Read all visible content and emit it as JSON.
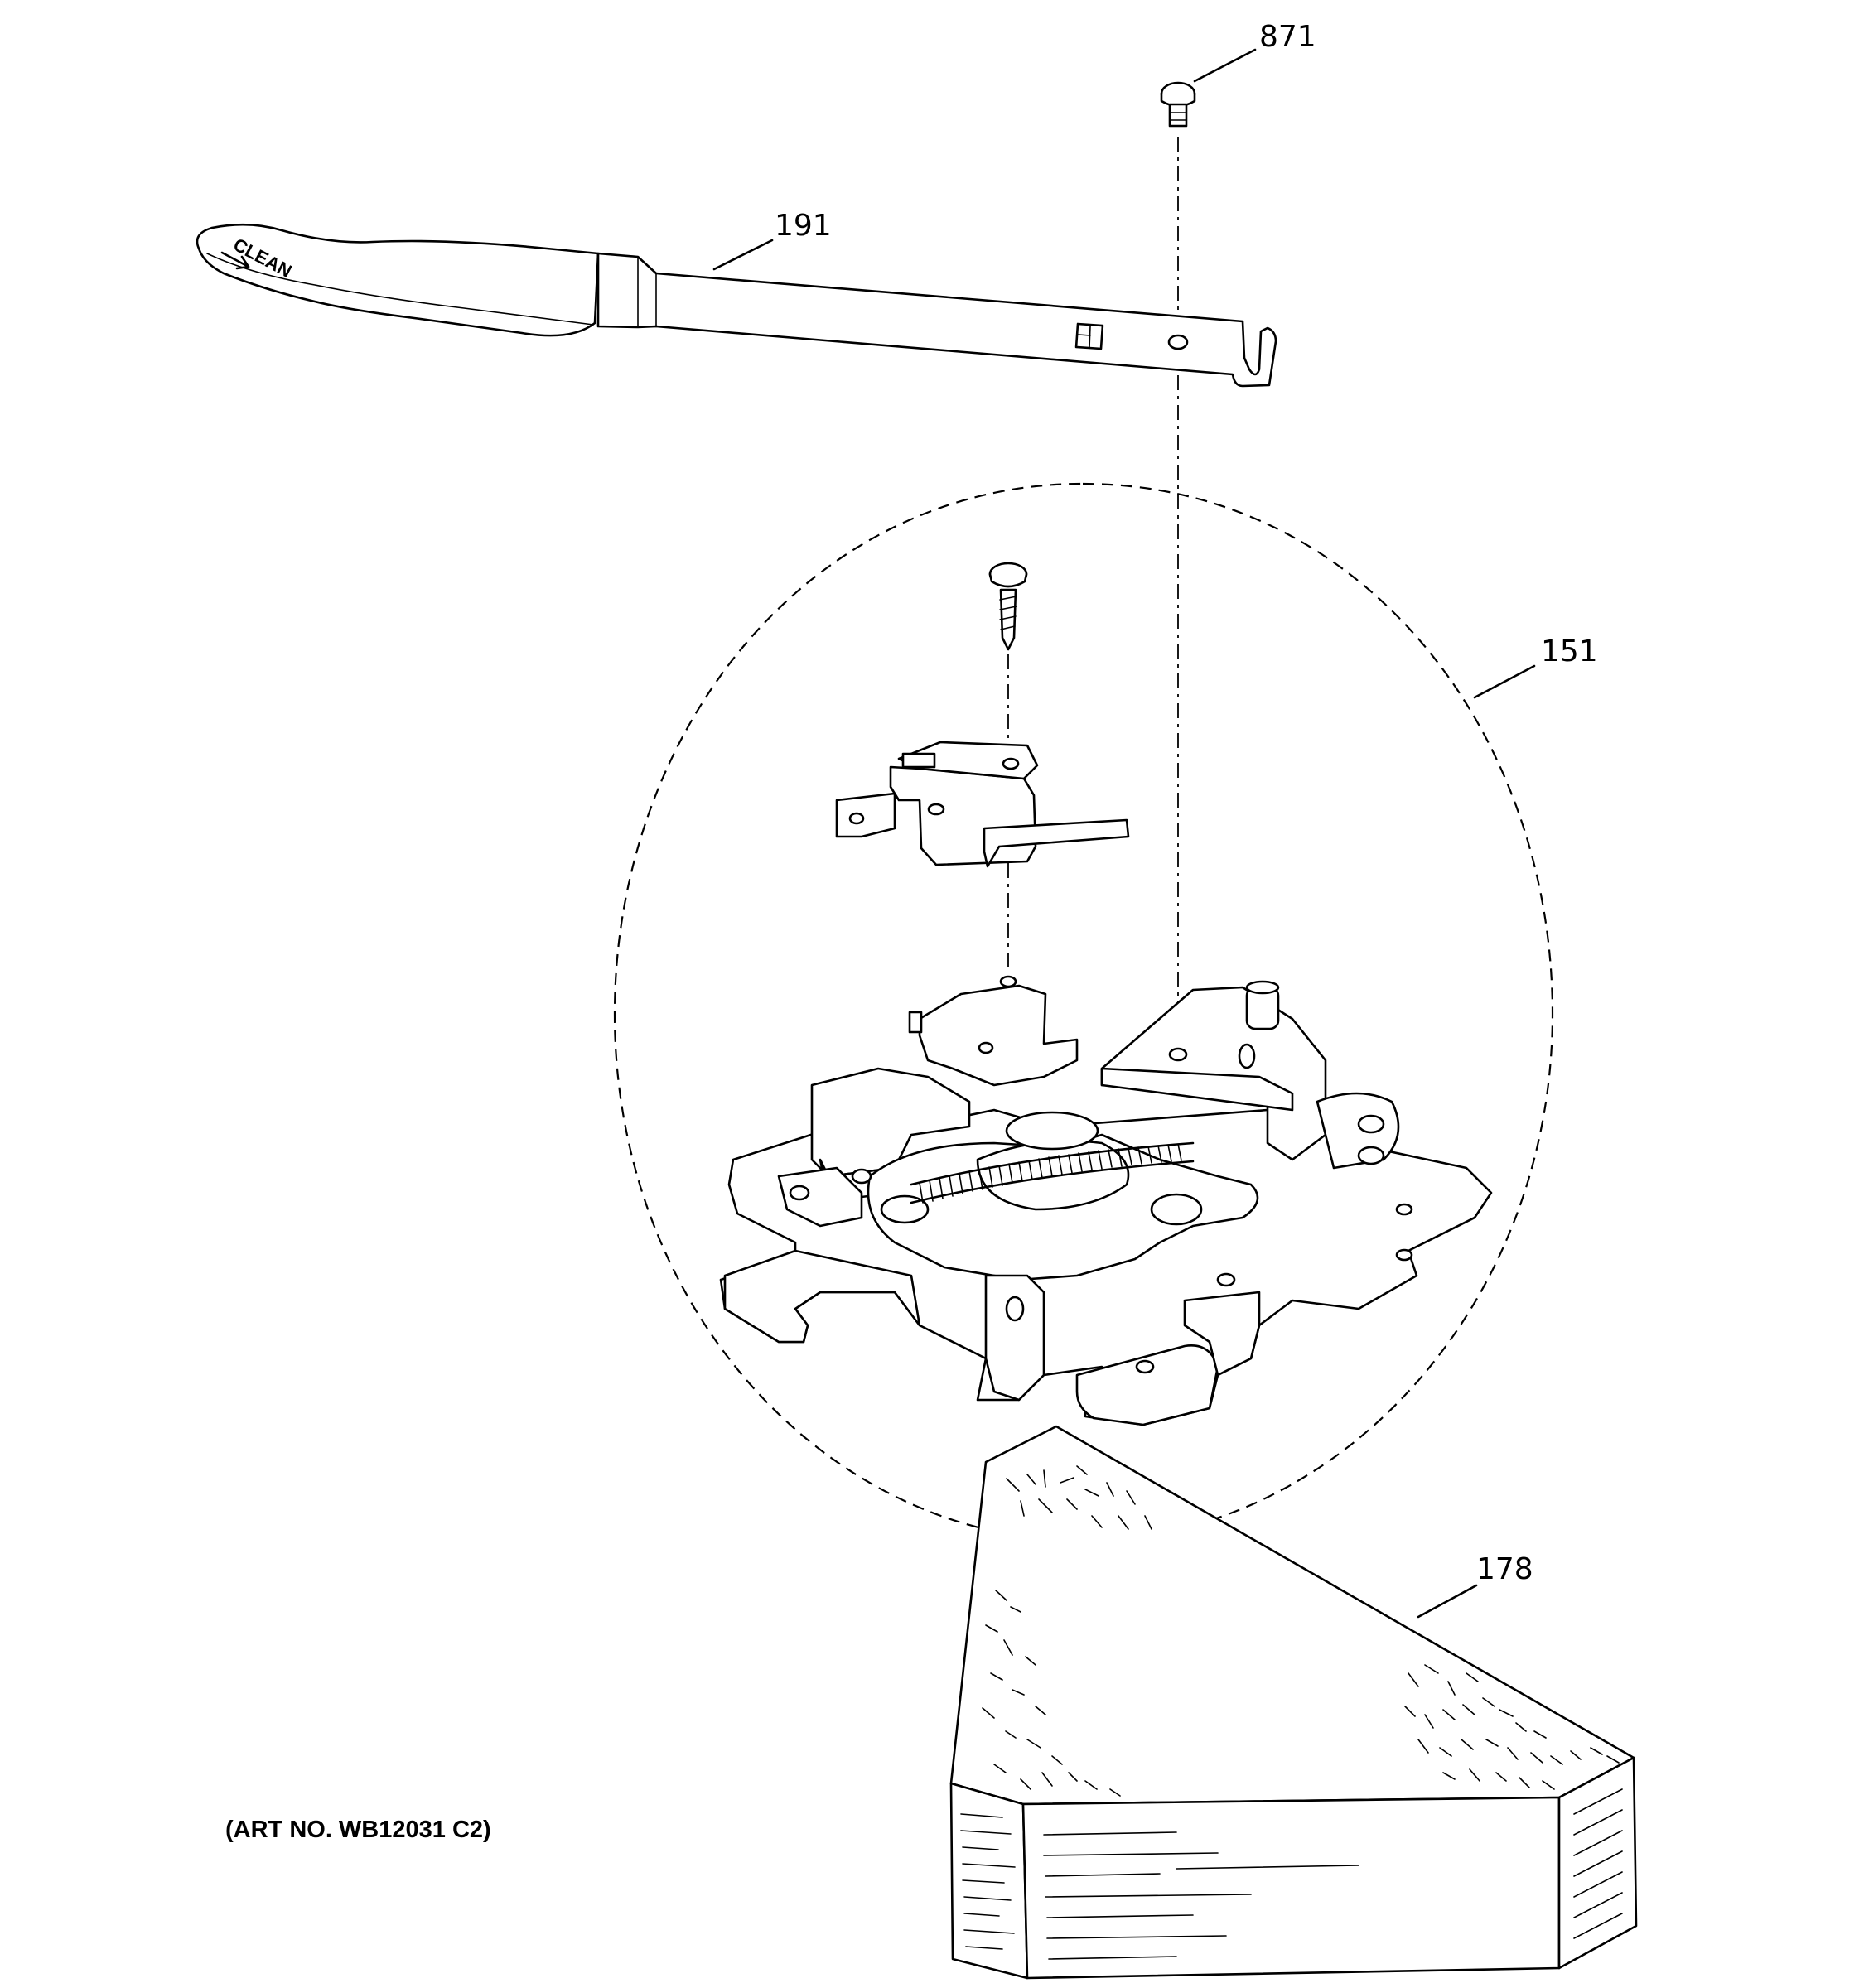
{
  "callouts": {
    "screw_871": "871",
    "lever_191": "191",
    "lock_assembly_151": "151",
    "insulation_178": "178"
  },
  "lever_text": "CLEAN",
  "art_number": "(ART NO. WB12031 C2)",
  "colors": {
    "line": "#000000",
    "background": "#ffffff"
  }
}
